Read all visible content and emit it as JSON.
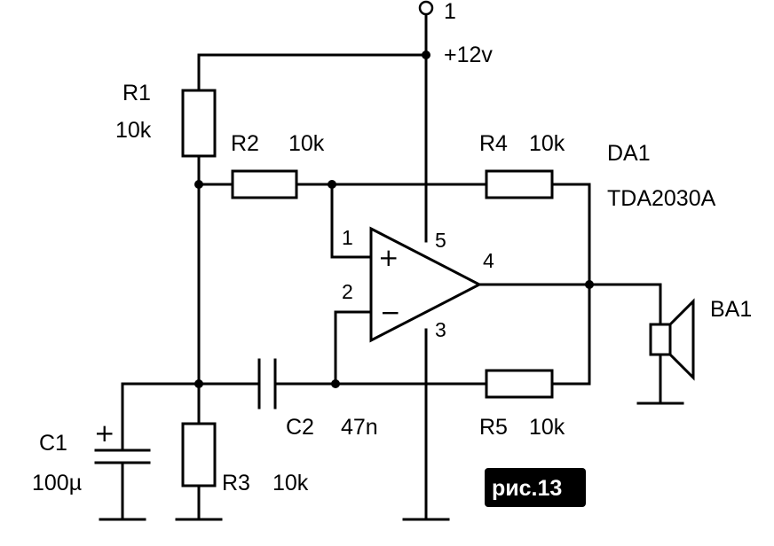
{
  "terminal": {
    "label": "1",
    "voltage": "+12v"
  },
  "ic": {
    "ref": "DA1",
    "part": "TDA2030A",
    "plus_sign": "+",
    "minus_sign": "−"
  },
  "pins": {
    "p1": "1",
    "p2": "2",
    "p3": "3",
    "p4": "4",
    "p5": "5"
  },
  "r1": {
    "ref": "R1",
    "value": "10k"
  },
  "r2": {
    "ref": "R2",
    "value": "10k"
  },
  "r3": {
    "ref": "R3",
    "value": "10k"
  },
  "r4": {
    "ref": "R4",
    "value": "10k"
  },
  "r5": {
    "ref": "R5",
    "value": "10k"
  },
  "c1": {
    "ref": "C1",
    "value": "100µ",
    "polarity": "+"
  },
  "c2": {
    "ref": "C2",
    "value": "47n"
  },
  "speaker": {
    "ref": "BA1"
  },
  "figure": {
    "label": "рис.13"
  },
  "colors": {
    "ink": "#000000",
    "paper": "#ffffff"
  }
}
